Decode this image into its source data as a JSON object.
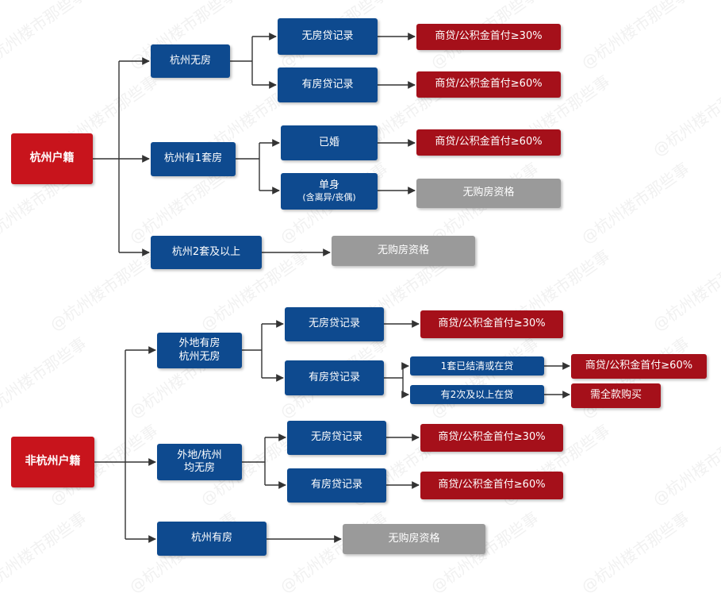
{
  "watermark": "@杭州楼市那些事",
  "colors": {
    "root": "#c8141c",
    "category": "#0e4a8f",
    "result_red": "#a5101a",
    "result_gray": "#9a9a9a",
    "line": "#333333"
  },
  "hz": {
    "root": "杭州户籍",
    "no_house": {
      "label": "杭州无房",
      "no_loan": {
        "label": "无房贷记录",
        "result": "商贷/公积金首付≥30%"
      },
      "has_loan": {
        "label": "有房贷记录",
        "result": "商贷/公积金首付≥60%"
      }
    },
    "one_house": {
      "label": "杭州有1套房",
      "married": {
        "label": "已婚",
        "result": "商贷/公积金首付≥60%"
      },
      "single": {
        "label1": "单身",
        "label2": "(含离异/丧偶)",
        "result": "无购房资格"
      }
    },
    "two_plus": {
      "label": "杭州2套及以上",
      "result": "无购房资格"
    }
  },
  "non_hz": {
    "root": "非杭州户籍",
    "elsewhere_house": {
      "label1": "外地有房",
      "label2": "杭州无房",
      "no_loan": {
        "label": "无房贷记录",
        "result": "商贷/公积金首付≥30%"
      },
      "has_loan": {
        "label": "有房贷记录",
        "settled": {
          "label": "1套已结清或在贷",
          "result": "商贷/公积金首付≥60%"
        },
        "two_plus": {
          "label": "有2次及以上在贷",
          "result": "需全款购买"
        }
      }
    },
    "no_house_both": {
      "label1": "外地/杭州",
      "label2": "均无房",
      "no_loan": {
        "label": "无房贷记录",
        "result": "商贷/公积金首付≥30%"
      },
      "has_loan": {
        "label": "有房贷记录",
        "result": "商贷/公积金首付≥60%"
      }
    },
    "hz_house": {
      "label": "杭州有房",
      "result": "无购房资格"
    }
  }
}
